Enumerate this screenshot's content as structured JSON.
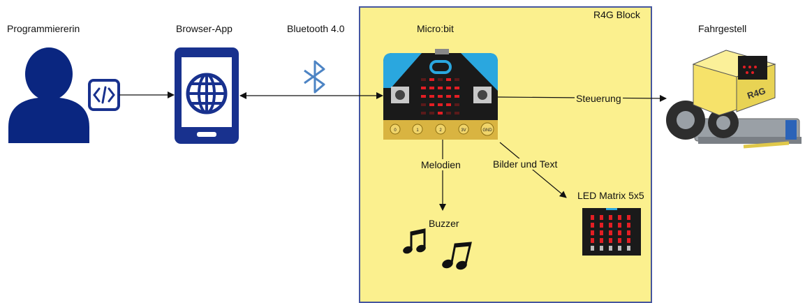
{
  "nodes": {
    "programmer": "Programmiererin",
    "browser_app": "Browser-App",
    "bluetooth": "Bluetooth 4.0",
    "microbit": "Micro:bit",
    "block": "R4G Block",
    "chassis": "Fahrgestell",
    "led_matrix": "LED Matrix 5x5",
    "buzzer": "Buzzer",
    "chassis_badge": "R4G"
  },
  "edges": {
    "steuerung": "Steuerung",
    "melodien": "Melodien",
    "bilder_text": "Bilder und Text"
  },
  "microbit_pins": [
    "0",
    "1",
    "2",
    "3V",
    "GND"
  ],
  "colors": {
    "person_blue": "#0a2680",
    "device_blue": "#18318e",
    "bluetooth_blue": "#4d84c4",
    "block_yellow": "#fbf08e",
    "block_border": "#45569f",
    "led_red": "#e31e24",
    "chassis_yellow": "#f6e26a"
  },
  "icons": [
    "user-icon",
    "code-icon",
    "globe-icon",
    "bluetooth-icon",
    "music-note-icon"
  ]
}
